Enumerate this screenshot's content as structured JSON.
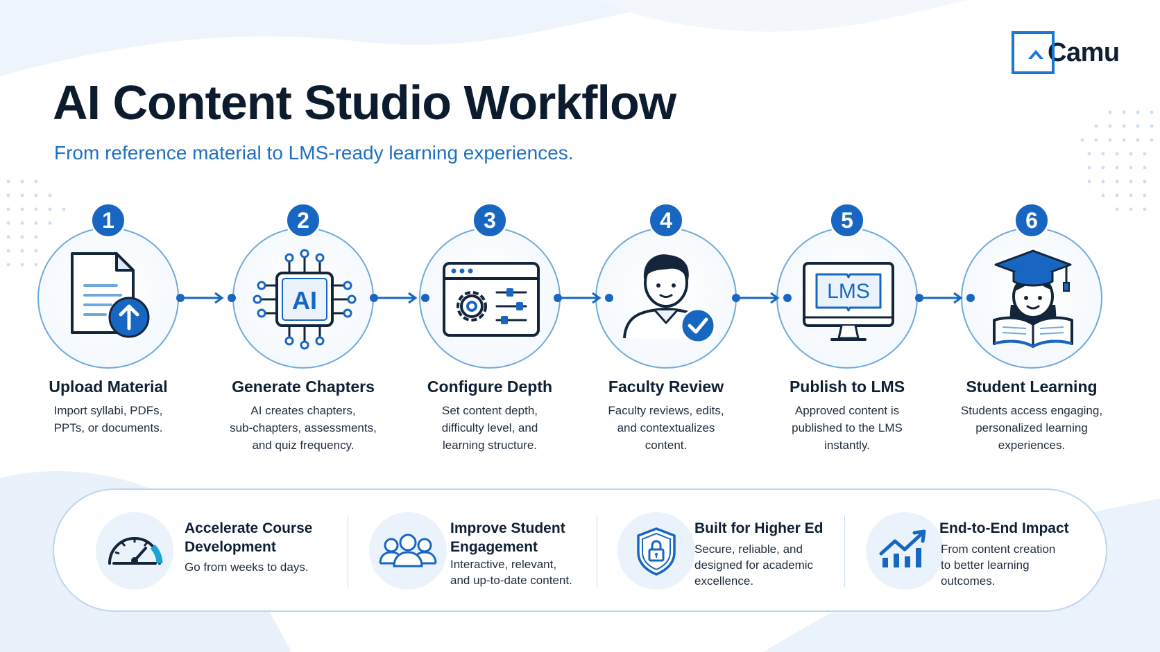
{
  "brand": {
    "name": "Camu"
  },
  "header": {
    "title": "AI Content Studio Workflow",
    "subtitle": "From reference material to LMS-ready learning experiences."
  },
  "steps": [
    {
      "number": "1",
      "title": "Upload Material",
      "description": "Import syllabi, PDFs,\nPPTs, or documents.",
      "icon": "document-upload-icon"
    },
    {
      "number": "2",
      "title": "Generate Chapters",
      "description": "AI creates chapters,\nsub-chapters, assessments,\nand quiz frequency.",
      "icon": "ai-chip-icon",
      "icon_text": "AI"
    },
    {
      "number": "3",
      "title": "Configure Depth",
      "description": "Set content depth,\ndifficulty level, and\nlearning structure.",
      "icon": "settings-window-icon"
    },
    {
      "number": "4",
      "title": "Faculty Review",
      "description": "Faculty reviews, edits,\nand contextualizes\ncontent.",
      "icon": "faculty-check-icon"
    },
    {
      "number": "5",
      "title": "Publish to LMS",
      "description": "Approved content is\npublished to the LMS\ninstantly.",
      "icon": "lms-monitor-icon",
      "icon_text": "LMS"
    },
    {
      "number": "6",
      "title": "Student Learning",
      "description": "Students access engaging,\npersonalized learning\nexperiences.",
      "icon": "student-graduate-icon"
    }
  ],
  "benefits": [
    {
      "title": "Accelerate Course\nDevelopment",
      "description": "Go from weeks to days.",
      "icon": "speedometer-icon"
    },
    {
      "title": "Improve Student\nEngagement",
      "description": "Interactive, relevant,\nand up-to-date content.",
      "icon": "people-group-icon"
    },
    {
      "title": "Built for Higher Ed",
      "description": "Secure, reliable, and\ndesigned for academic\nexcellence.",
      "icon": "shield-lock-icon"
    },
    {
      "title": "End-to-End Impact",
      "description": "From content creation\nto better learning\noutcomes.",
      "icon": "growth-chart-icon"
    }
  ],
  "colors": {
    "primary": "#1766c2",
    "accent": "#1976d2",
    "text": "#0f1f33",
    "subtitle": "#1e6fc2",
    "light": "#eaf3fc"
  }
}
